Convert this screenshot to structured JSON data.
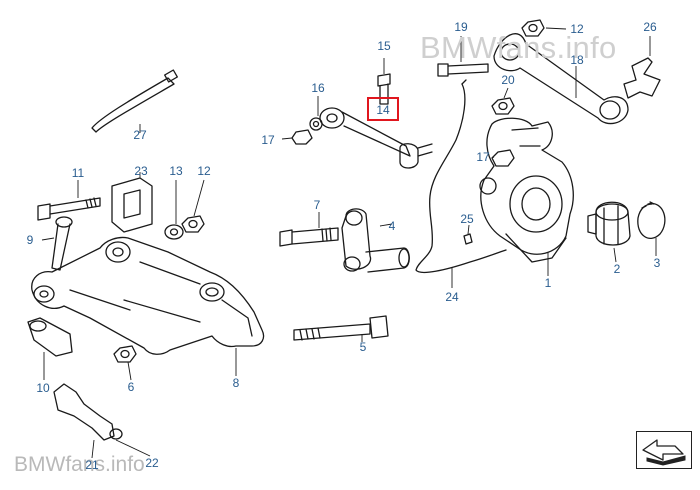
{
  "watermark_top": "BMWfans.info",
  "watermark_bottom": "BMWfans.info",
  "highlighted_part": "14",
  "highlight_color": "#e0161e",
  "callout_color": "#2a5d8f",
  "callouts": {
    "c1": "1",
    "c2": "2",
    "c3": "3",
    "c4": "4",
    "c5": "5",
    "c6": "6",
    "c7": "7",
    "c8": "8",
    "c9": "9",
    "c10": "10",
    "c11": "11",
    "c12a": "12",
    "c12b": "12",
    "c13": "13",
    "c14": "14",
    "c15": "15",
    "c16": "16",
    "c17a": "17",
    "c17b": "17",
    "c18": "18",
    "c19": "19",
    "c20": "20",
    "c21": "21",
    "c22": "22",
    "c23": "23",
    "c24": "24",
    "c25": "25",
    "c26": "26",
    "c27": "27"
  },
  "nav_icon": "arrow-icon"
}
